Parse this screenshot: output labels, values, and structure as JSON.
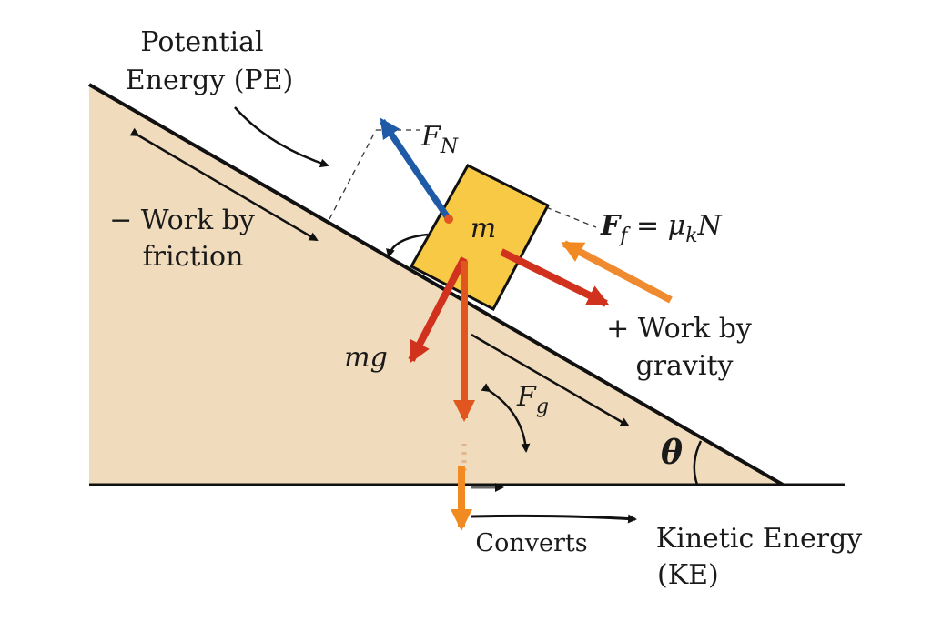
{
  "labels": {
    "pe_line1": "Potential",
    "pe_line2": "Energy (PE)",
    "friction_line1": "− Work by",
    "friction_line2": "friction",
    "gravity_line1": "+ Work by",
    "gravity_line2": "gravity",
    "converts": "Converts",
    "ke_line1": "Kinetic Energy",
    "ke_line2": "(KE)",
    "fn_main": "F",
    "fn_sub": "N",
    "ff_main": "F",
    "ff_sub": "f",
    "ff_eq": " = μ",
    "ff_mu_sub": "k",
    "ff_tail": "N",
    "mass": "m",
    "mg": "mg",
    "fg_main": "F",
    "fg_sub": "g",
    "theta": "θ"
  },
  "colors": {
    "incline_fill": "#f0dcbc",
    "block_fill": "#f8c945",
    "normal_force": "#1f5aa6",
    "friction_force": "#f08a2e",
    "gravity_component": "#d1321e",
    "weight": "#e0561e",
    "ground_arrow": "#f28a22",
    "outline": "#111111"
  }
}
